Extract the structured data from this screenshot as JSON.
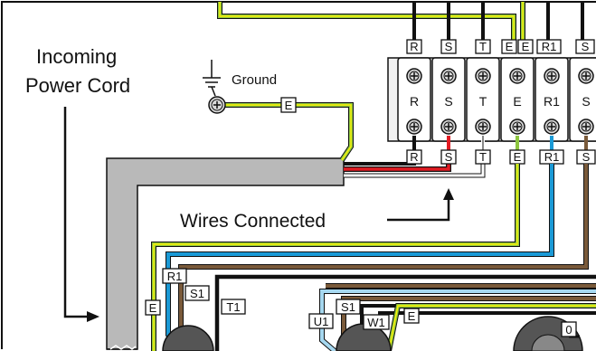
{
  "annotations": {
    "incoming_line1": "Incoming",
    "incoming_line2": "Power Cord",
    "ground": "Ground",
    "wires_connected": "Wires Connected"
  },
  "terminal_block": {
    "top_tags": [
      "R",
      "S",
      "T",
      "E",
      "E",
      "R1",
      "S"
    ],
    "block_labels": [
      "R",
      "S",
      "T",
      "E",
      "R1",
      "S"
    ],
    "bottom_tags": [
      "R",
      "S",
      "T",
      "E",
      "R1",
      "S"
    ]
  },
  "wire_tags": {
    "ground_wire": "E",
    "r1": "R1",
    "s1": "S1",
    "t1": "T1",
    "e": "E",
    "u1": "U1",
    "s1_motor": "S1",
    "w1": "W1",
    "e_motor": "E",
    "zero": "0"
  },
  "colors": {
    "earth_green": "#8dc63f",
    "earth_yellow": "#fff200",
    "red": "#e31b23",
    "blue": "#1b9ad6",
    "light_blue": "#a6d8f0",
    "brown": "#7a5a3a",
    "black": "#111111",
    "cord_gray": "#b9b9b9"
  }
}
